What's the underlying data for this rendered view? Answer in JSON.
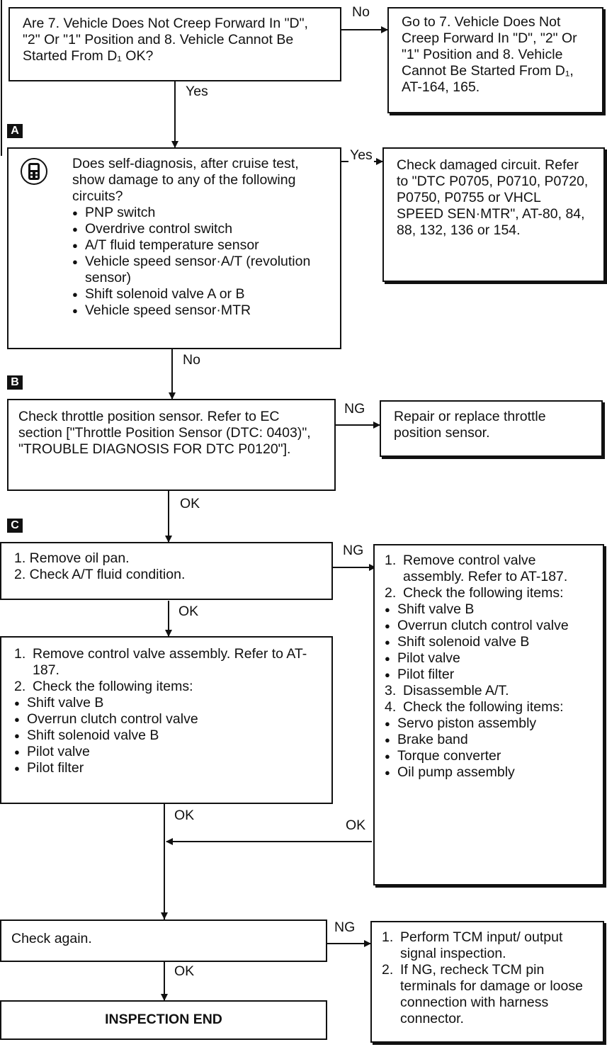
{
  "markers": {
    "a": "A",
    "b": "B",
    "c": "C"
  },
  "boxes": {
    "q7": "Are 7. Vehicle Does Not Creep Forward In \"D\", \"2\" Or \"1\" Position and 8. Vehicle Cannot Be Started From D₁ OK?",
    "goto7": "Go to 7. Vehicle Does Not Creep Forward In \"D\", \"2\" Or \"1\" Position and 8. Vehicle Cannot Be Started From D₁, AT-164, 165.",
    "selfdiag_intro": "Does self-diagnosis, after cruise test, show damage to any of the following circuits?",
    "selfdiag_items": [
      "PNP switch",
      "Overdrive control switch",
      "A/T fluid temperature sensor",
      "Vehicle speed sensor·A/T (revolution sensor)",
      "Shift solenoid valve A or B",
      "Vehicle speed sensor·MTR"
    ],
    "damaged": "Check damaged circuit. Refer to \"DTC P0705, P0710, P0720, P0750, P0755 or VHCL SPEED SEN·MTR\", AT-80, 84, 88, 132, 136 or 154.",
    "tps": "Check throttle position sensor. Refer to EC section [\"Throttle Position Sensor (DTC: 0403)\", \"TROUBLE DIAGNOSIS FOR DTC P0120\"].",
    "repair_tps": "Repair or replace throttle position sensor.",
    "oilpan": [
      "1. Remove oil pan.",
      "2. Check A/T fluid condition."
    ],
    "cv_left_steps": [
      "Remove control valve assembly. Refer to AT-187.",
      "Check the following items:"
    ],
    "cv_left_items": [
      "Shift valve B",
      "Overrun clutch control valve",
      "Shift solenoid valve B",
      "Pilot valve",
      "Pilot filter"
    ],
    "cv_right_steps1": [
      "Remove control valve assembly. Refer to AT-187.",
      "Check the following items:"
    ],
    "cv_right_items1": [
      "Shift valve B",
      "Overrun clutch control valve",
      "Shift solenoid valve B",
      "Pilot valve",
      "Pilot filter"
    ],
    "cv_right_steps2": [
      "Disassemble A/T.",
      "Check the following items:"
    ],
    "cv_right_items2": [
      "Servo piston assembly",
      "Brake band",
      "Torque converter",
      "Oil pump assembly"
    ],
    "check_again": "Check again.",
    "tcm": [
      "Perform TCM input/ output signal inspection.",
      "If NG, recheck TCM pin terminals for damage or loose connection with harness connector."
    ],
    "end": "INSPECTION END"
  },
  "labels": {
    "no1": "No",
    "yes1": "Yes",
    "yes2": "Yes",
    "no2": "No",
    "ng1": "NG",
    "ok1": "OK",
    "ng2": "NG",
    "ok2": "OK",
    "ok3": "OK",
    "ok4": "OK",
    "ng3": "NG",
    "ok5": "OK"
  },
  "icons": {
    "tester": "diagnostic-tester-icon"
  }
}
